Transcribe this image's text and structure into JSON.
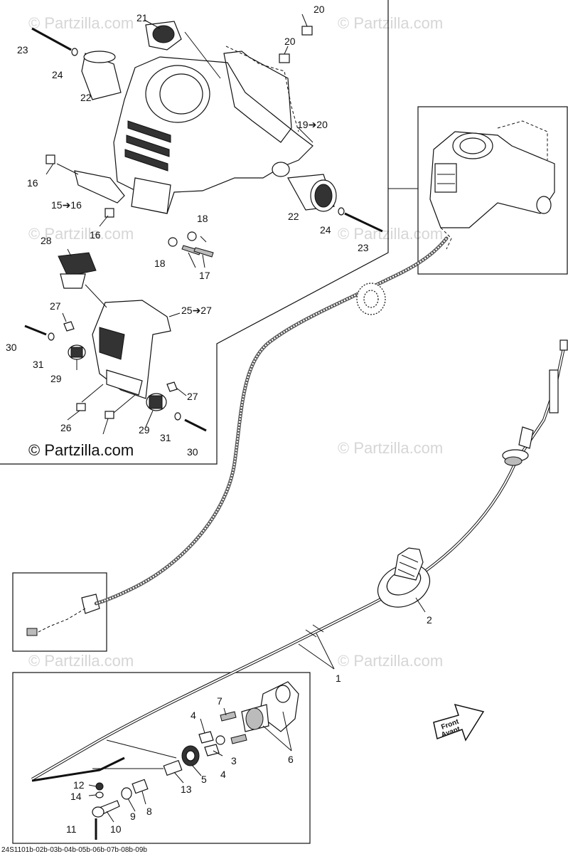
{
  "watermarks": [
    "© Partzilla.com",
    "© Partzilla.com",
    "© Partzilla.com",
    "© Partzilla.com",
    "© Partzilla.com",
    "© Partzilla.com"
  ],
  "brand_mark": "© Partzilla.com",
  "drawing_code": "24S1101b-02b-03b-04b-05b-06b-07b-08b-09b",
  "direction_arrow": {
    "line1": "Front",
    "line2": "Avant"
  },
  "callouts": {
    "c20a": "20",
    "c21": "21",
    "c23a": "23",
    "c20b": "20",
    "c24a": "24",
    "c22a": "22",
    "c19": "19➔20",
    "c16a": "16",
    "c15": "15➔16",
    "c16b": "16",
    "c22b": "22",
    "c18a": "18",
    "c24b": "24",
    "c23b": "23",
    "c18b": "18",
    "c17": "17",
    "c28": "28",
    "c27a": "27",
    "c25": "25➔27",
    "c30a": "30",
    "c31a": "31",
    "c29a": "29",
    "c27b": "27",
    "c26": "26",
    "c29b": "29",
    "c31b": "31",
    "c30b": "30",
    "c2": "2",
    "c1": "1",
    "c7": "7",
    "c4a": "4",
    "c6": "6",
    "c3": "3",
    "c4b": "4",
    "c5": "5",
    "c13": "13",
    "c8": "8",
    "c12": "12",
    "c14": "14",
    "c9": "9",
    "c10": "10",
    "c11": "11"
  }
}
